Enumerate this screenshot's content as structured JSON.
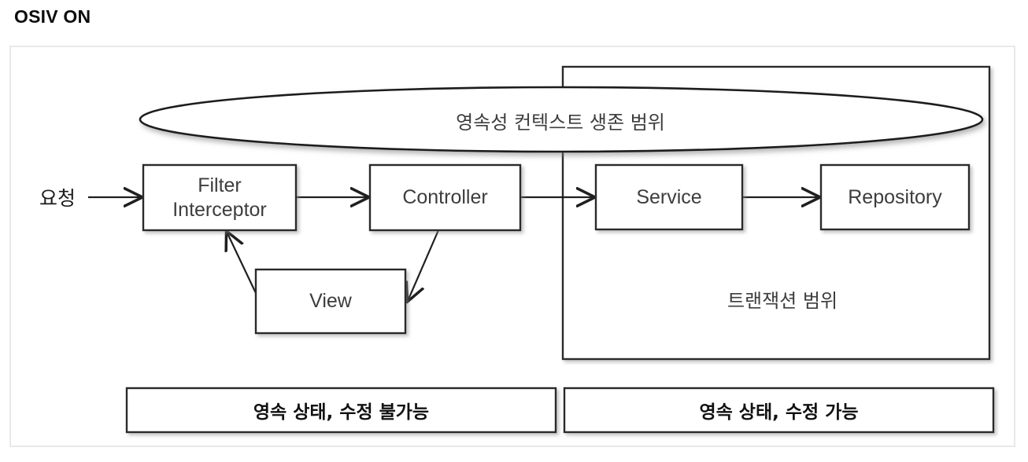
{
  "title": "OSIV ON",
  "diagram": {
    "persistence_scope_label": "영속성 컨텍스트 생존 범위",
    "transaction_scope_label": "트랜잭션 범위",
    "request_label": "요청",
    "nodes": {
      "filter_interceptor": "Filter\nInterceptor",
      "filter_line1": "Filter",
      "filter_line2": "Interceptor",
      "controller": "Controller",
      "service": "Service",
      "repository": "Repository",
      "view": "View"
    },
    "bottom_bars": {
      "left": "영속 상태, 수정 불가능",
      "right": "영속 상태, 수정 가능"
    },
    "colors": {
      "frame_border": "#e9e9e9",
      "box_stroke": "#2b2b2b",
      "text": "#3d3d3d",
      "title_text": "#0d0d0d",
      "background": "#ffffff"
    }
  }
}
